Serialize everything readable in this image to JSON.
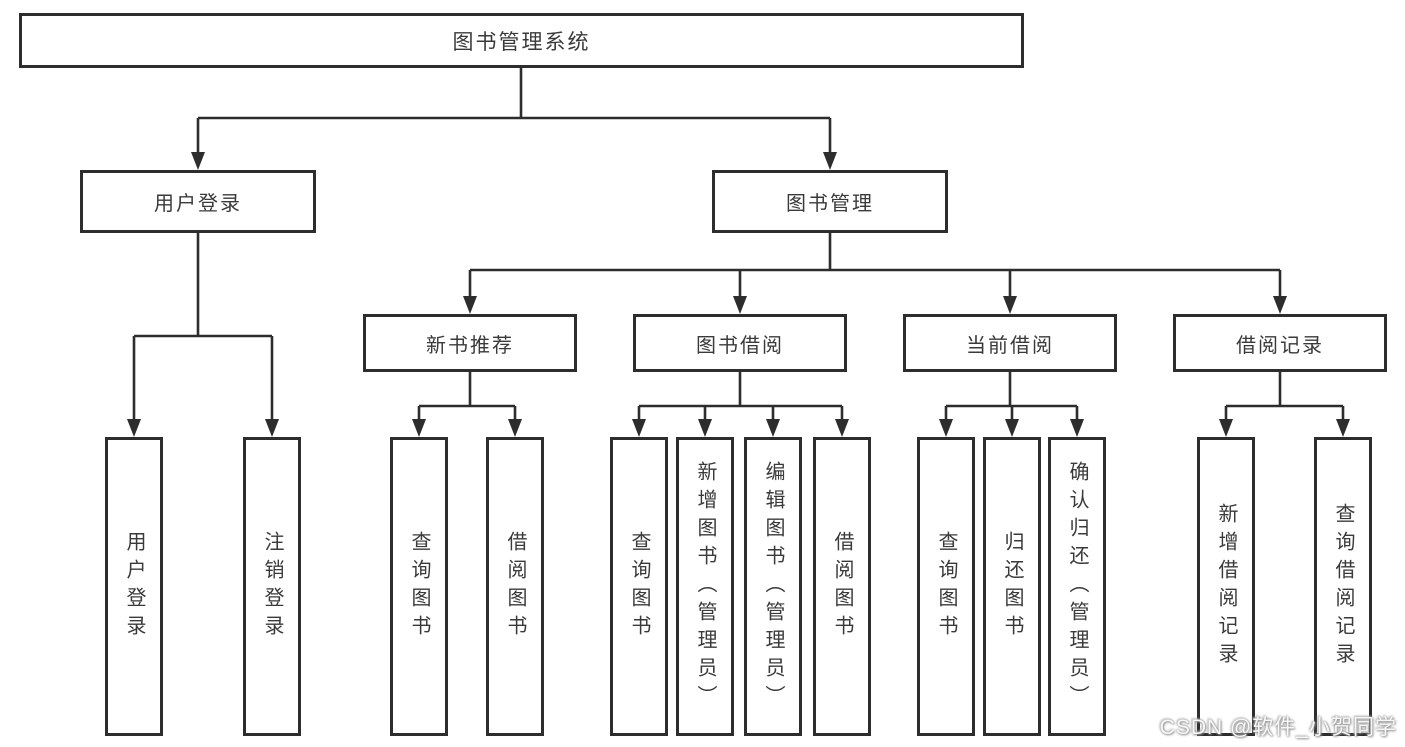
{
  "colors": {
    "line": "#2d2d2d",
    "border": "#2d2d2d",
    "text": "#3a3a3a",
    "bg": "#ffffff"
  },
  "diagram": {
    "root": {
      "label": "图书管理系统"
    },
    "branches": [
      {
        "label": "用户登录",
        "leaves": [
          {
            "label": "用户登录"
          },
          {
            "label": "注销登录"
          }
        ]
      },
      {
        "label": "图书管理",
        "groups": [
          {
            "label": "新书推荐",
            "leaves": [
              {
                "label": "查询图书"
              },
              {
                "label": "借阅图书"
              }
            ]
          },
          {
            "label": "图书借阅",
            "leaves": [
              {
                "label": "查询图书"
              },
              {
                "label": "新增图书（管理员）"
              },
              {
                "label": "编辑图书（管理员）"
              },
              {
                "label": "借阅图书"
              }
            ]
          },
          {
            "label": "当前借阅",
            "leaves": [
              {
                "label": "查询图书"
              },
              {
                "label": "归还图书"
              },
              {
                "label": "确认归还（管理员）"
              }
            ]
          },
          {
            "label": "借阅记录",
            "leaves": [
              {
                "label": "新增借阅记录"
              },
              {
                "label": "查询借阅记录"
              }
            ]
          }
        ]
      }
    ]
  },
  "watermark": {
    "text": "CSDN @软件_小贺同学"
  }
}
